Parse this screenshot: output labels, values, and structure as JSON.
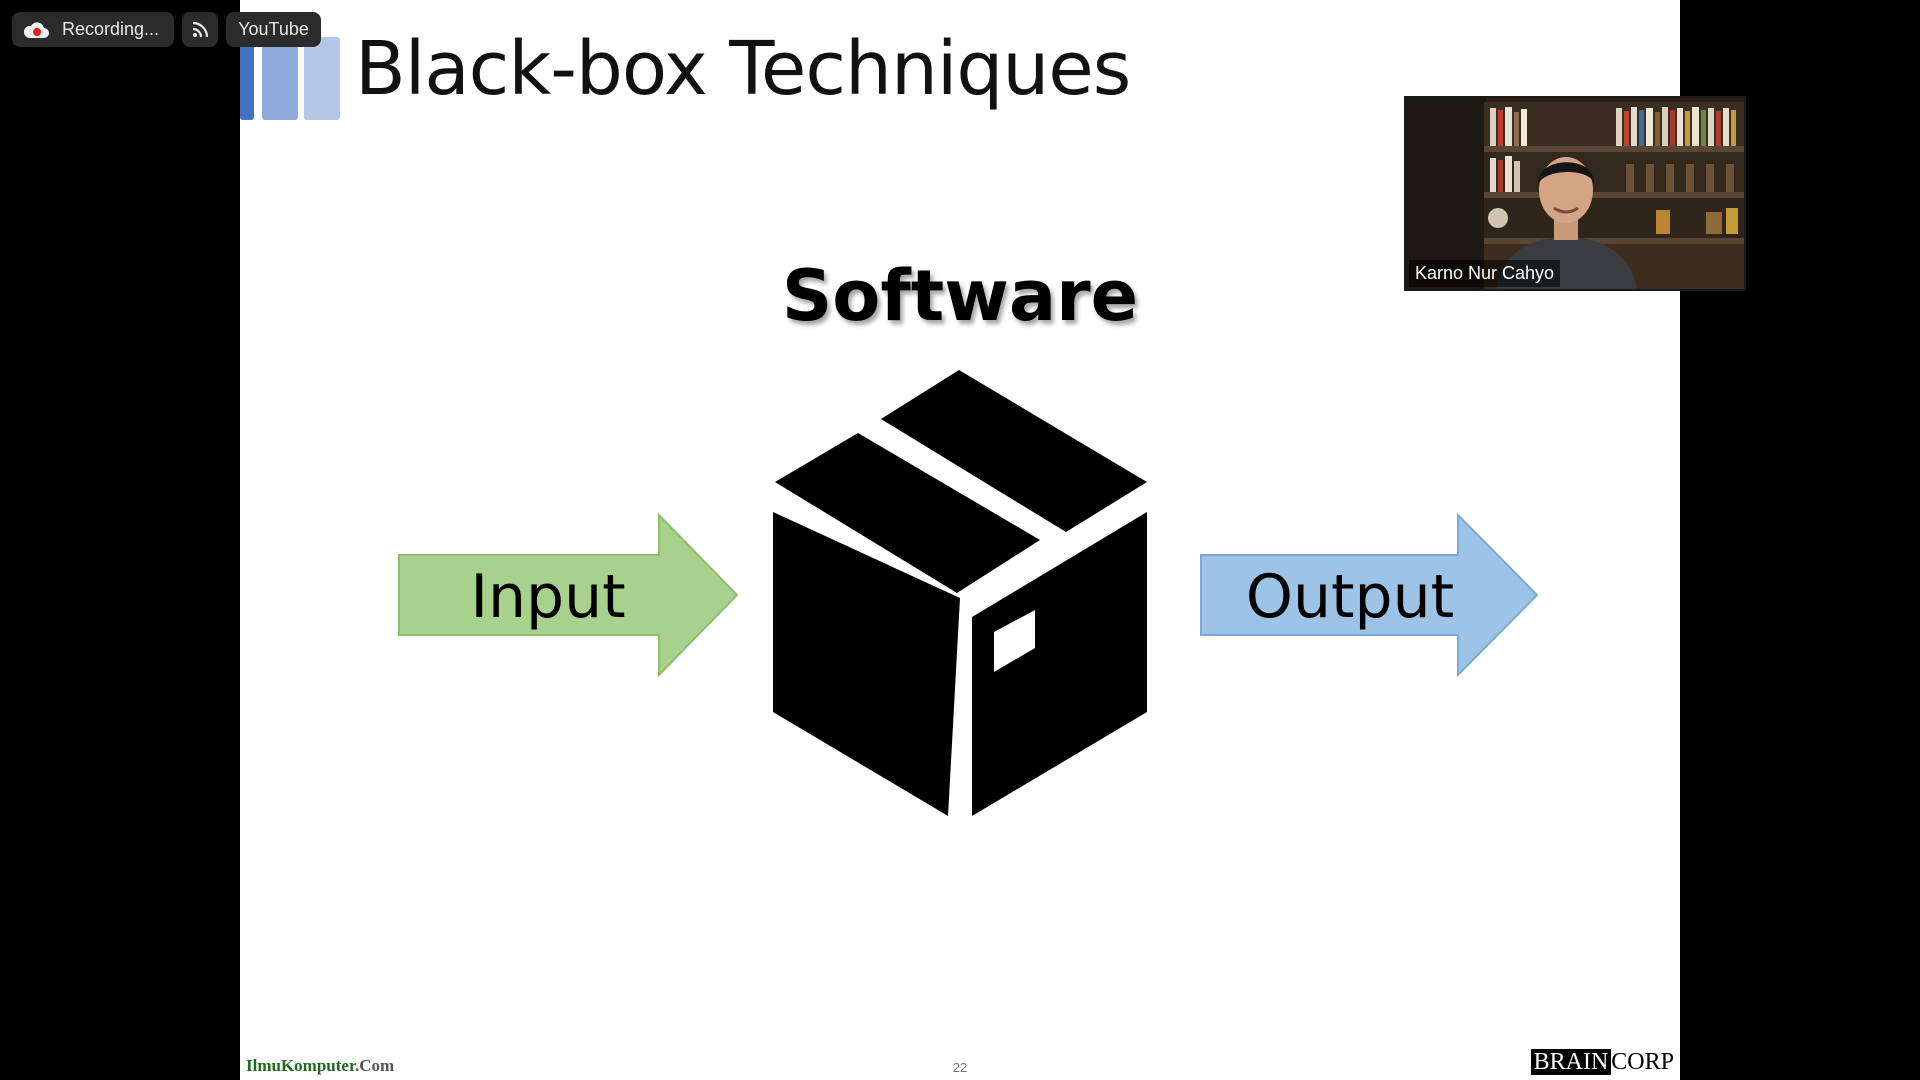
{
  "toolbar": {
    "recording_label": "Recording...",
    "stream_icon": "livestream-icon",
    "youtube_label": "YouTube"
  },
  "slide": {
    "title": "Black-box Techniques",
    "box_label": "Software",
    "input_label": "Input",
    "output_label": "Output",
    "page_number": "22",
    "footer_left_main": "IlmuKomputer",
    "footer_left_suffix": ".Com",
    "footer_right_brain": "BRAIN",
    "footer_right_corp": "CORP",
    "colors": {
      "input_arrow": "#a9d18e",
      "output_arrow": "#9dc3e6",
      "title_bar_1": "#4472c4",
      "title_bar_2": "#8faadc",
      "title_bar_3": "#b4c7e7"
    }
  },
  "video": {
    "participant_name": "Karno Nur Cahyo"
  }
}
